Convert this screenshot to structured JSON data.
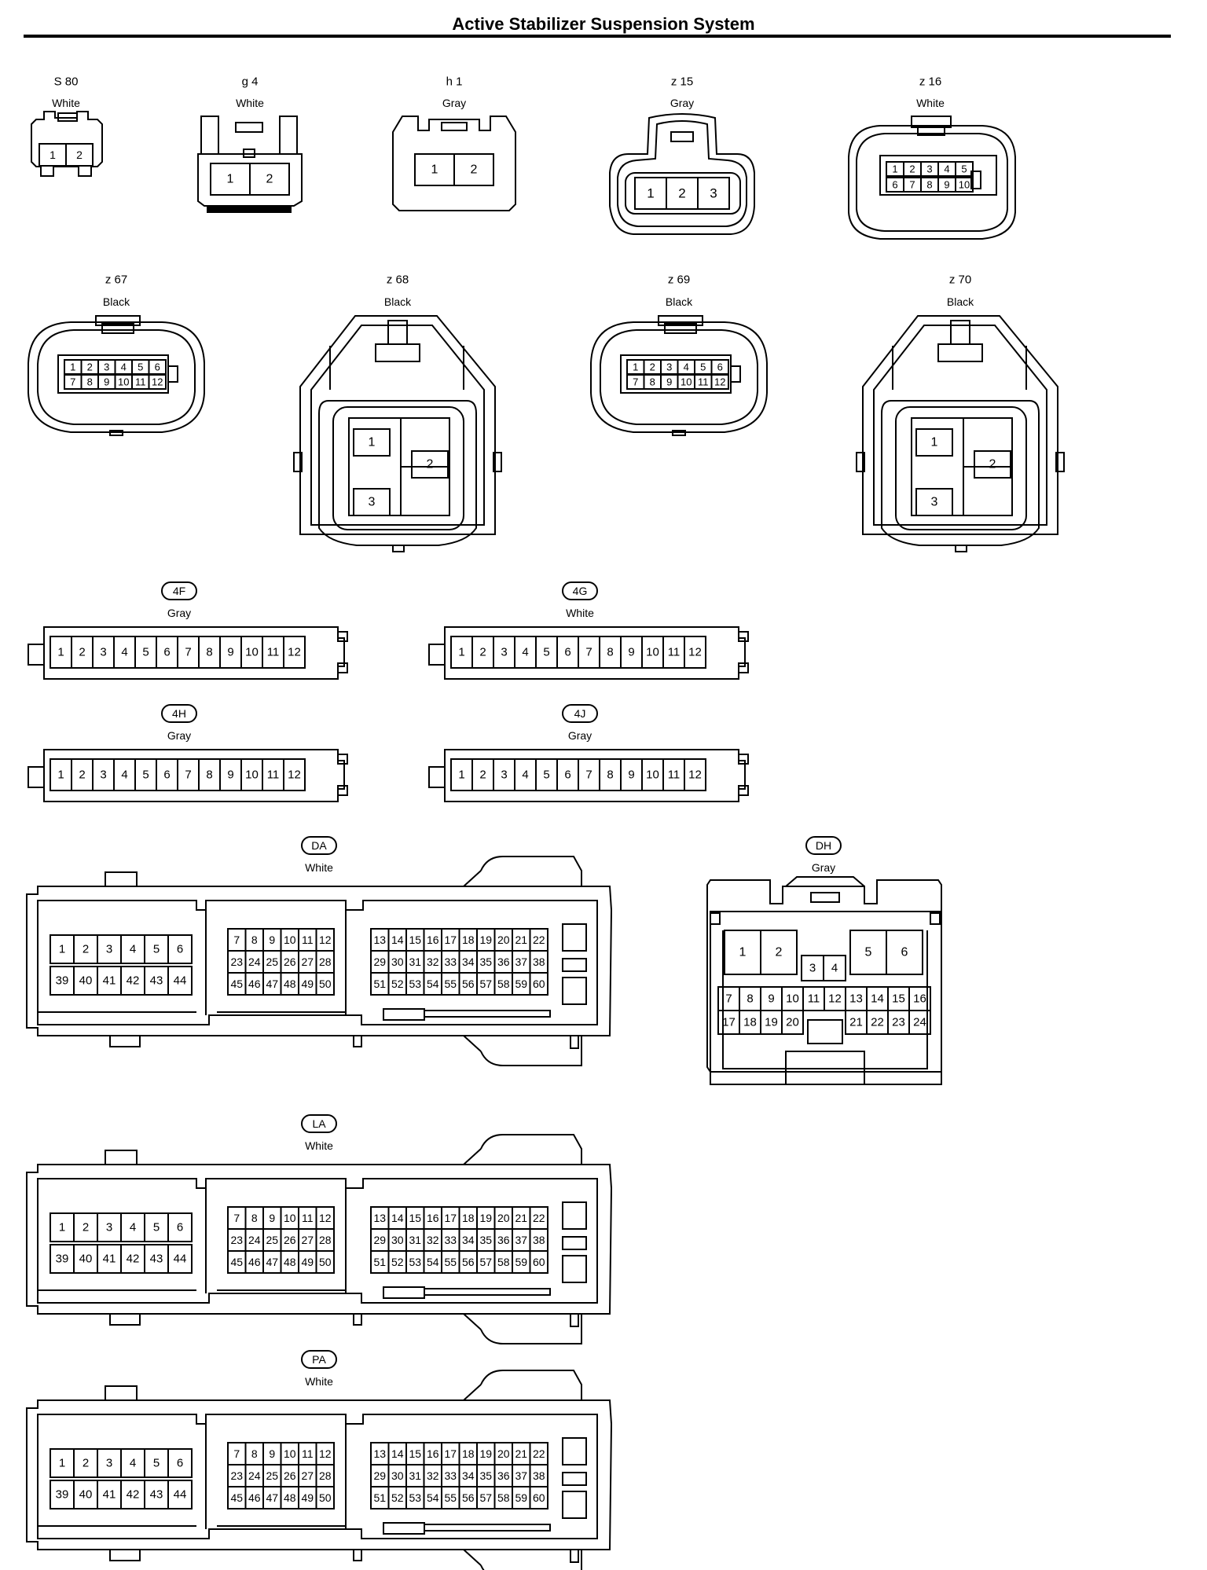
{
  "page": {
    "title": "Active Stabilizer Suspension System"
  },
  "connectors": [
    {
      "id": "s80",
      "code": "S 80",
      "color": "White",
      "labelStyle": "plain",
      "pins": [
        "1",
        "2"
      ]
    },
    {
      "id": "g4",
      "code": "g 4",
      "color": "White",
      "labelStyle": "plain",
      "pins": [
        "1",
        "2"
      ]
    },
    {
      "id": "h1",
      "code": "h 1",
      "color": "Gray",
      "labelStyle": "plain",
      "pins": [
        "1",
        "2"
      ]
    },
    {
      "id": "z15",
      "code": "z 15",
      "color": "Gray",
      "labelStyle": "plain",
      "pins": [
        "1",
        "2",
        "3"
      ]
    },
    {
      "id": "z16",
      "code": "z 16",
      "color": "White",
      "labelStyle": "plain",
      "pins": [
        "1",
        "2",
        "3",
        "4",
        "5",
        "6",
        "7",
        "8",
        "9",
        "10"
      ]
    },
    {
      "id": "z67",
      "code": "z 67",
      "color": "Black",
      "labelStyle": "plain",
      "pins": [
        "1",
        "2",
        "3",
        "4",
        "5",
        "6",
        "7",
        "8",
        "9",
        "10",
        "11",
        "12"
      ]
    },
    {
      "id": "z68",
      "code": "z 68",
      "color": "Black",
      "labelStyle": "plain",
      "pins": [
        "1",
        "2",
        "3"
      ]
    },
    {
      "id": "z69",
      "code": "z 69",
      "color": "Black",
      "labelStyle": "plain",
      "pins": [
        "1",
        "2",
        "3",
        "4",
        "5",
        "6",
        "7",
        "8",
        "9",
        "10",
        "11",
        "12"
      ]
    },
    {
      "id": "z70",
      "code": "z 70",
      "color": "Black",
      "labelStyle": "plain",
      "pins": [
        "1",
        "2",
        "3"
      ]
    },
    {
      "id": "c4F",
      "code": "4F",
      "color": "Gray",
      "labelStyle": "badge",
      "pins": [
        "1",
        "2",
        "3",
        "4",
        "5",
        "6",
        "7",
        "8",
        "9",
        "10",
        "11",
        "12"
      ]
    },
    {
      "id": "c4G",
      "code": "4G",
      "color": "White",
      "labelStyle": "badge",
      "pins": [
        "1",
        "2",
        "3",
        "4",
        "5",
        "6",
        "7",
        "8",
        "9",
        "10",
        "11",
        "12"
      ]
    },
    {
      "id": "c4H",
      "code": "4H",
      "color": "Gray",
      "labelStyle": "badge",
      "pins": [
        "1",
        "2",
        "3",
        "4",
        "5",
        "6",
        "7",
        "8",
        "9",
        "10",
        "11",
        "12"
      ]
    },
    {
      "id": "c4J",
      "code": "4J",
      "color": "Gray",
      "labelStyle": "badge",
      "pins": [
        "1",
        "2",
        "3",
        "4",
        "5",
        "6",
        "7",
        "8",
        "9",
        "10",
        "11",
        "12"
      ]
    },
    {
      "id": "cDA",
      "code": "DA",
      "color": "White",
      "labelStyle": "badge",
      "pinRange": [
        1,
        60
      ]
    },
    {
      "id": "cDH",
      "code": "DH",
      "color": "Gray",
      "labelStyle": "badge",
      "pinRange": [
        1,
        24
      ]
    },
    {
      "id": "cLA",
      "code": "LA",
      "color": "White",
      "labelStyle": "badge",
      "pinRange": [
        1,
        60
      ]
    },
    {
      "id": "cPA",
      "code": "PA",
      "color": "White",
      "labelStyle": "badge",
      "pinRange": [
        1,
        60
      ]
    }
  ]
}
